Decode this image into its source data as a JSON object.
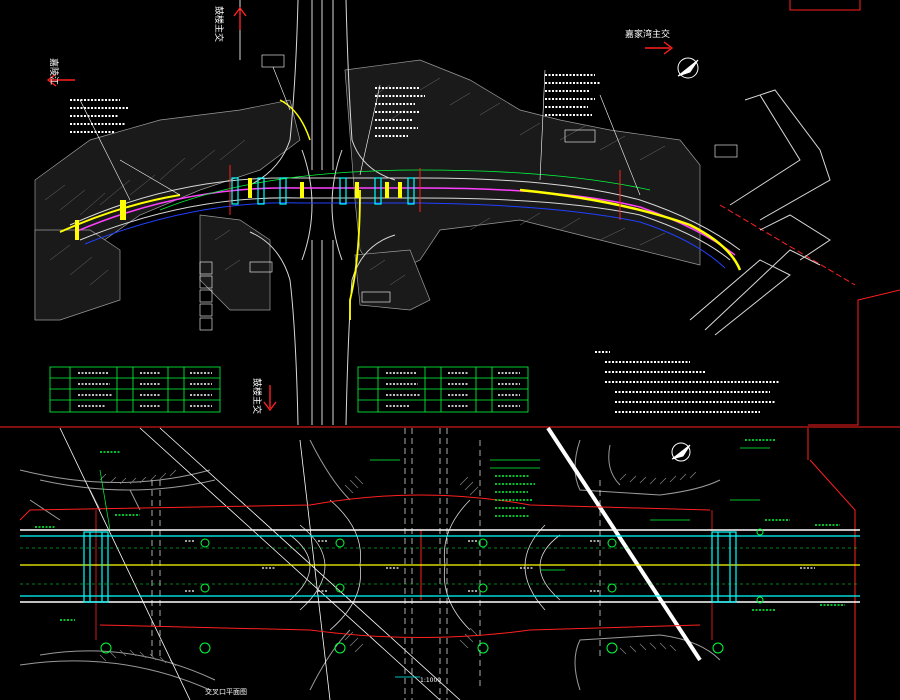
{
  "colors": {
    "background": "#000000",
    "road": "#d8d8d8",
    "terrain": "#9a9a9a",
    "red": "#ff2020",
    "yellow": "#ffff00",
    "magenta": "#ff40ff",
    "green": "#00ff3c",
    "cyan": "#00ffff",
    "white": "#ffffff",
    "blue": "#2040ff"
  },
  "plan": {
    "direction_north": "鼓楼主交",
    "direction_west": "嘉陵江",
    "direction_east": "嘉家湾主交",
    "direction_south": "鼓楼主交"
  },
  "detail": {
    "scale_label": "1:1000",
    "caption": "交叉口平面图"
  }
}
